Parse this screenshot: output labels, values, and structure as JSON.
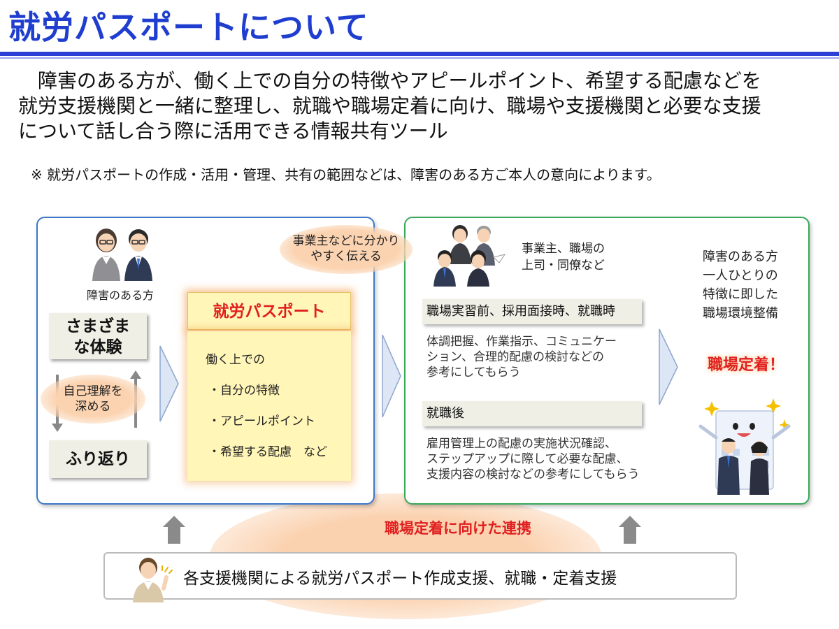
{
  "title": "就労パスポートについて",
  "intro": {
    "line1": "　障害のある方が、働く上での自分の特徴やアピールポイント、希望する配慮などを",
    "line2": "就労支援機関と一緒に整理し、就職や職場定着に向け、職場や支援機関と必要な支援",
    "line3": "について話し合う際に活用できる情報共有ツール"
  },
  "note": "※ 就労パスポートの作成・活用・管理、共有の範囲などは、障害のある方ご本人の意向によります。",
  "left_panel": {
    "person_caption": "障害のある方",
    "experience": "さまざまな体験",
    "self_understanding_line1": "自己理解を",
    "self_understanding_line2": "深める",
    "reflection": "ふり返り",
    "employer_bubble_line1": "事業主などに分かり",
    "employer_bubble_line2": "やすく伝える"
  },
  "passport": {
    "heading": "就労パスポート",
    "lead": "働く上での",
    "items": [
      "・自分の特徴",
      "・アピールポイント",
      "・希望する配慮　など"
    ]
  },
  "right_panel": {
    "employer_caption_line1": "事業主、職場の",
    "employer_caption_line2": "上司・同僚など",
    "band1": "職場実習前、採用面接時、就職時",
    "band1_text": [
      "体調把握、作業指示、コミュニケー",
      "ション、合理的配慮の検討などの",
      "参考にしてもらう"
    ],
    "band2": "就職後",
    "band2_text": [
      "雇用管理上の配慮の実施状況確認、",
      "ステップアップに際して必要な配慮、",
      "支援内容の検討などの参考にしてもらう"
    ],
    "goal_lines": [
      "障害のある方",
      "一人ひとりの",
      "特徴に即した",
      "職場環境整備"
    ],
    "goal_badge": "職場定着！"
  },
  "cooperation": "職場定着に向けた連携",
  "support": "各支援機関による就労パスポート作成支援、就職・定着支援",
  "colors": {
    "title": "#1f3ecf",
    "left_border": "#3f78c8",
    "right_border": "#3aa85a",
    "accent_red": "#e02020",
    "passport_bg": "#fff6b8",
    "glow": "#fbd3b0"
  },
  "icons": [
    "person-pair-icon",
    "office-team-icon",
    "happy-building-icon",
    "supporter-icon"
  ]
}
